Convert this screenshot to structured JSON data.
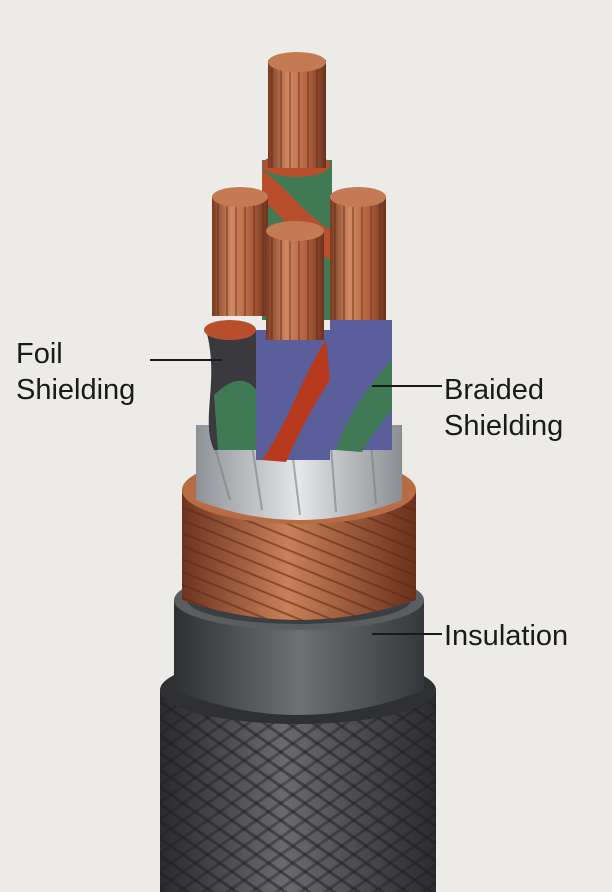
{
  "labels": {
    "foil_line1": "Foil",
    "foil_line2": "Shielding",
    "braided_line1": "Braided",
    "braided_line2": "Shielding",
    "insulation": "Insulation"
  },
  "colors": {
    "background": "#ecebe8",
    "copper": "#c06a44",
    "copper_dark": "#7a3a22",
    "conductor_red": "#b83a1e",
    "conductor_green": "#3f7a55",
    "conductor_blue": "#5a5e9a",
    "conductor_black": "#3a3a3e",
    "foil": "#c9ccd0",
    "insulation": "#4a4d4f",
    "outer_jacket": "#3d3d3f"
  }
}
